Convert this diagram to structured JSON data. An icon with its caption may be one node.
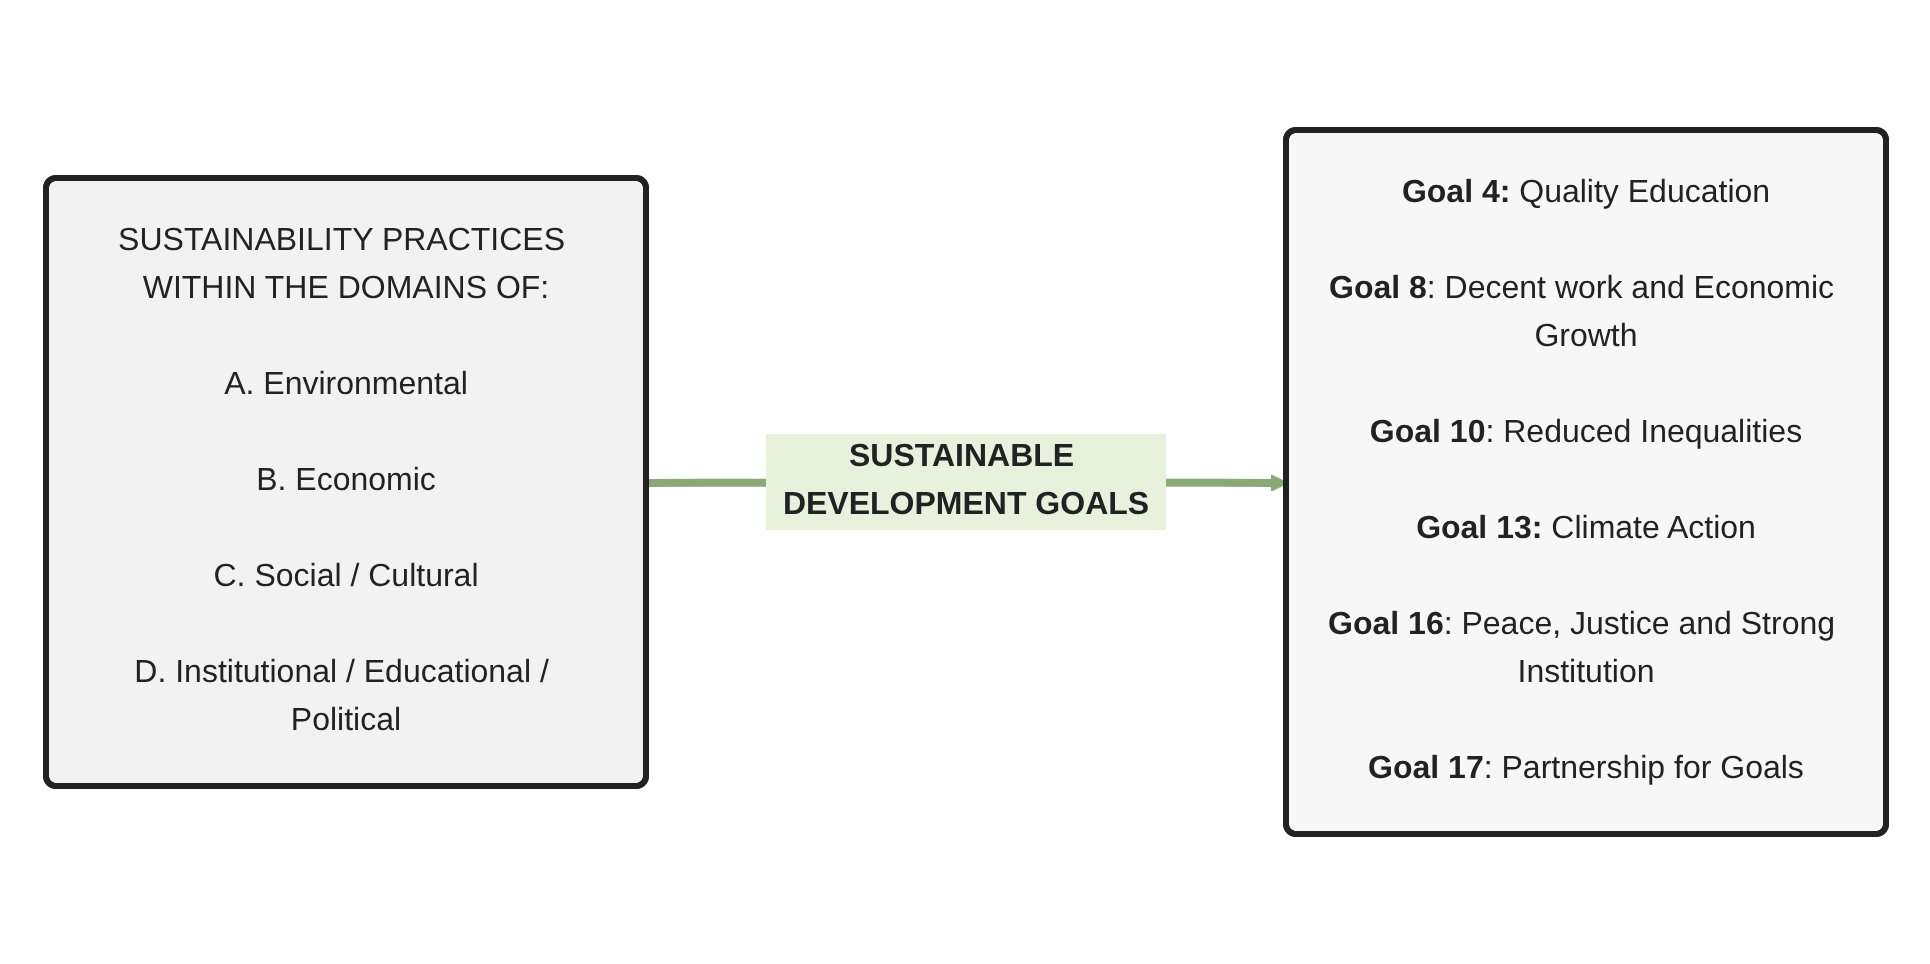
{
  "diagram": {
    "nodes": [
      {
        "text": [
          "SUSTAINABILITY PRACTICES WITHIN THE DOMAINS OF:",
          "A. Environmental",
          "B. Economic",
          "C. Social / Cultural",
          "D. Institutional / Educational / Political"
        ]
      },
      {
        "text": [
          "**Goal 4:** Quality Education",
          "**Goal 8**: Decent work and Economic Growth",
          "**Goal 10**: Reduced Inequalities",
          "**Goal 13:** Climate Action",
          "**Goal 16**: Peace, Justice and Strong Institution",
          "**Goal 17**: Partnership for Goals"
        ]
      }
    ],
    "edges": [
      {
        "from": 0,
        "to": 1,
        "arrow": "to",
        "label": "SUSTAINABLE DEVELOPMENT GOALS"
      }
    ]
  }
}
